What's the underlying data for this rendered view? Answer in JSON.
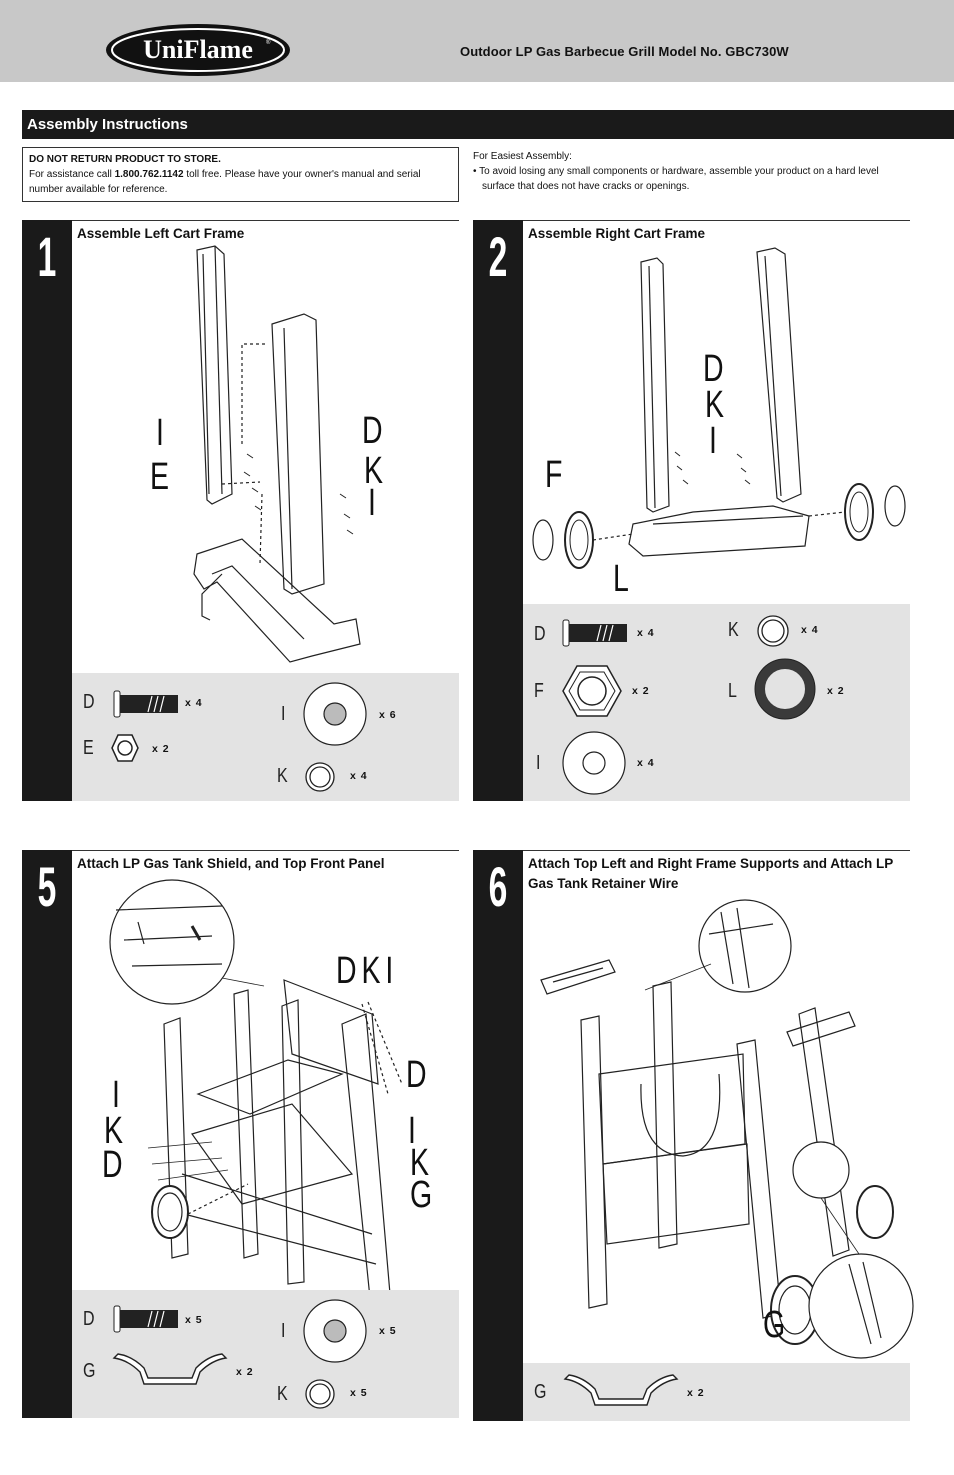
{
  "header": {
    "brand": "UniFlame",
    "brand_mark": "®",
    "title": "Outdoor LP Gas Barbecue Grill  Model No. GBC730W"
  },
  "section": {
    "title": "Assembly Instructions"
  },
  "notice": {
    "warning": "DO NOT RETURN PRODUCT TO STORE.",
    "text_before": "For assistance call ",
    "phone": "1.800.762.1142",
    "text_after": " toll free. Please have your owner's manual and serial number available for reference."
  },
  "easy": {
    "heading": "For Easiest Assembly:",
    "bullet": "• To avoid losing any small components or hardware, assemble your product on a hard level surface that does not have cracks or openings."
  },
  "steps": [
    {
      "number": "1",
      "title": "Assemble Left Cart Frame",
      "callouts": [
        "I",
        "E",
        "D",
        "K",
        "I"
      ],
      "parts": [
        {
          "letter": "D",
          "qty": "x 4",
          "icon": "bolt"
        },
        {
          "letter": "E",
          "qty": "x 2",
          "icon": "hex-nut"
        },
        {
          "letter": "I",
          "qty": "x 6",
          "icon": "large-washer"
        },
        {
          "letter": "K",
          "qty": "x 4",
          "icon": "lock-washer"
        }
      ]
    },
    {
      "number": "2",
      "title": "Assemble Right Cart Frame",
      "callouts": [
        "D",
        "K",
        "I",
        "F",
        "L"
      ],
      "parts": [
        {
          "letter": "D",
          "qty": "x 4",
          "icon": "bolt"
        },
        {
          "letter": "K",
          "qty": "x 4",
          "icon": "lock-washer"
        },
        {
          "letter": "F",
          "qty": "x 2",
          "icon": "hex-nut"
        },
        {
          "letter": "L",
          "qty": "x 2",
          "icon": "rubber-washer"
        },
        {
          "letter": "I",
          "qty": "x 4",
          "icon": "large-washer"
        }
      ]
    },
    {
      "number": "5",
      "title": "Attach LP Gas Tank Shield, and Top Front Panel",
      "callouts": [
        "D K I",
        "D",
        "I",
        "K",
        "D",
        "I",
        "K",
        "G"
      ],
      "parts": [
        {
          "letter": "D",
          "qty": "x 5",
          "icon": "bolt"
        },
        {
          "letter": "G",
          "qty": "x 2",
          "icon": "wire-clip"
        },
        {
          "letter": "I",
          "qty": "x 5",
          "icon": "large-washer"
        },
        {
          "letter": "K",
          "qty": "x 5",
          "icon": "lock-washer"
        }
      ]
    },
    {
      "number": "6",
      "title": "Attach Top Left and Right Frame Supports and Attach LP Gas Tank Retainer Wire",
      "callouts": [
        "G"
      ],
      "parts": [
        {
          "letter": "G",
          "qty": "x 2",
          "icon": "wire-clip"
        }
      ]
    }
  ]
}
